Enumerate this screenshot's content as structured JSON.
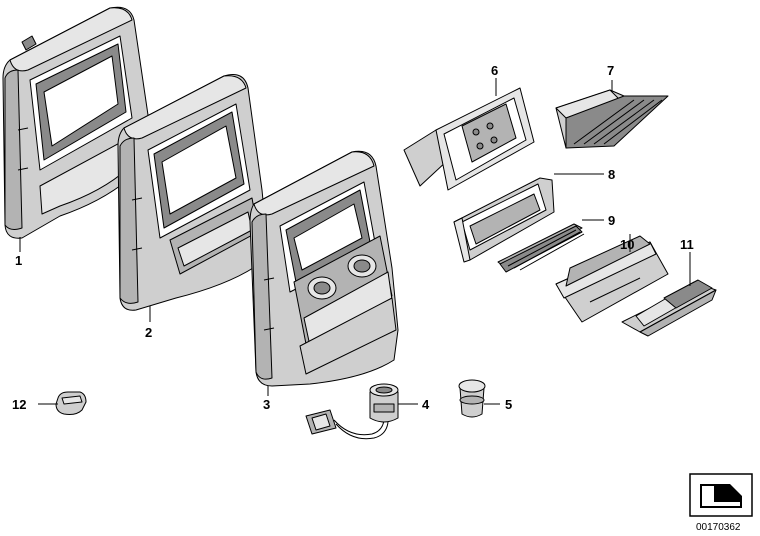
{
  "diagram": {
    "reference_number": "00170362",
    "parts": [
      {
        "id": "1",
        "label": "1",
        "icon": "rear-console-panel-bare-icon"
      },
      {
        "id": "2",
        "label": "2",
        "icon": "rear-console-panel-with-tray-icon"
      },
      {
        "id": "3",
        "label": "3",
        "icon": "rear-console-panel-with-sockets-icon"
      },
      {
        "id": "4",
        "label": "4",
        "icon": "socket-with-wiring-icon"
      },
      {
        "id": "5",
        "label": "5",
        "icon": "socket-cap-icon"
      },
      {
        "id": "6",
        "label": "6",
        "icon": "switch-bezel-icon"
      },
      {
        "id": "7",
        "label": "7",
        "icon": "grille-cover-icon"
      },
      {
        "id": "8",
        "label": "8",
        "icon": "storage-frame-icon"
      },
      {
        "id": "9",
        "label": "9",
        "icon": "grille-insert-icon"
      },
      {
        "id": "10",
        "label": "10",
        "icon": "ashtray-insert-icon"
      },
      {
        "id": "11",
        "label": "11",
        "icon": "ashtray-holder-icon"
      },
      {
        "id": "12",
        "label": "12",
        "icon": "blanking-cap-icon"
      }
    ],
    "logo_icon": "arrow-corner-logo-icon"
  }
}
